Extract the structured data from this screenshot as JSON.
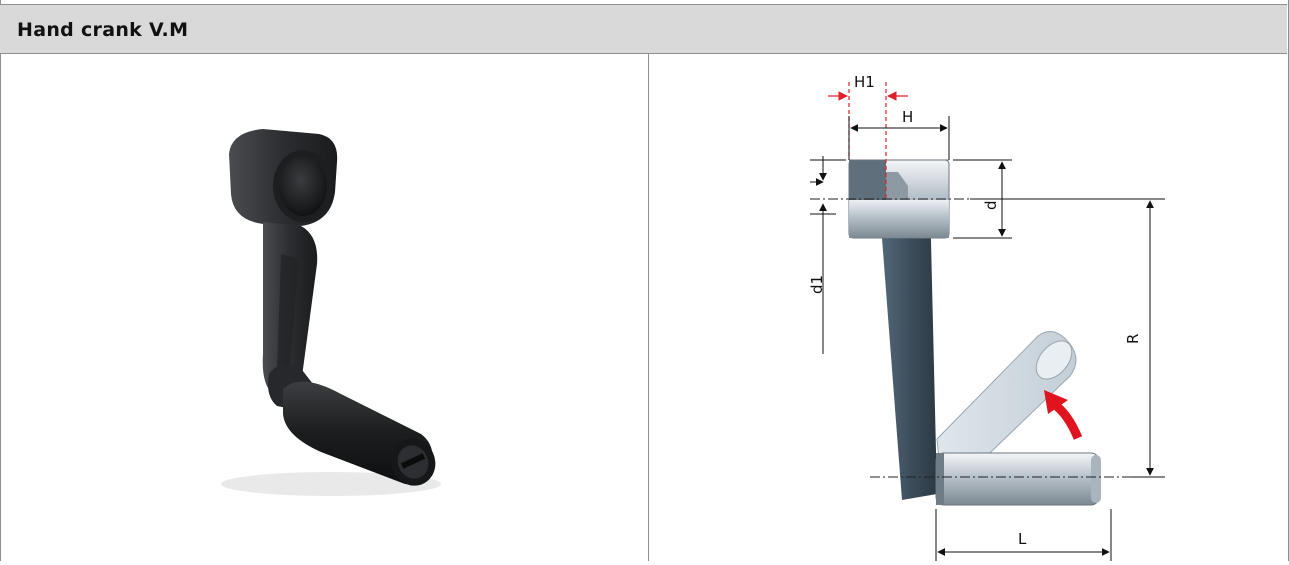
{
  "table": {
    "title": "Hand crank V.M"
  },
  "drawing": {
    "labels": {
      "h1": "H1",
      "h": "H",
      "d": "d",
      "d1": "d1",
      "r": "R",
      "l": "L"
    }
  },
  "colors": {
    "header_bg": "#d9d9d9",
    "border": "#8f8f8f",
    "dimension_red": "#e0202a",
    "crank_body": "#3e4f5c",
    "arrow_red": "#e0141e"
  }
}
